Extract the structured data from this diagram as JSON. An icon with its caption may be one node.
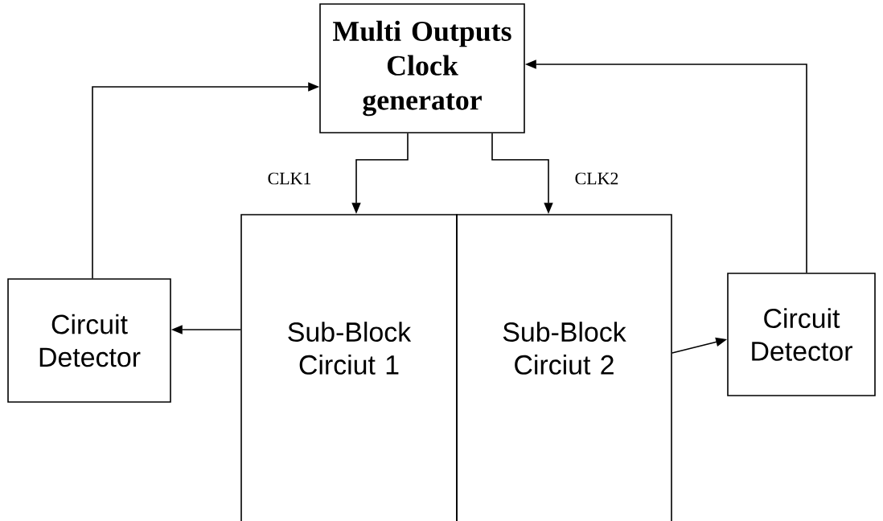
{
  "diagram": {
    "nodes": [
      {
        "text": [
          "Multi Outputs Clock generator"
        ]
      },
      {
        "text": [
          "Sub-Block Circiut 1"
        ]
      },
      {
        "text": [
          "Sub-Block Circiut 2"
        ]
      },
      {
        "text": [
          "Circuit Detector"
        ]
      },
      {
        "text": [
          "Circuit Detector"
        ]
      }
    ],
    "edges": [
      {
        "from": 0,
        "to": 1,
        "arrow": "to",
        "label": "CLK1"
      },
      {
        "from": 0,
        "to": 2,
        "arrow": "to",
        "label": "CLK2"
      },
      {
        "from": 1,
        "to": 3,
        "arrow": "to"
      },
      {
        "from": 2,
        "to": 4,
        "arrow": "to"
      },
      {
        "from": 3,
        "to": 0,
        "arrow": "to"
      },
      {
        "from": 4,
        "to": 0,
        "arrow": "to"
      }
    ]
  }
}
